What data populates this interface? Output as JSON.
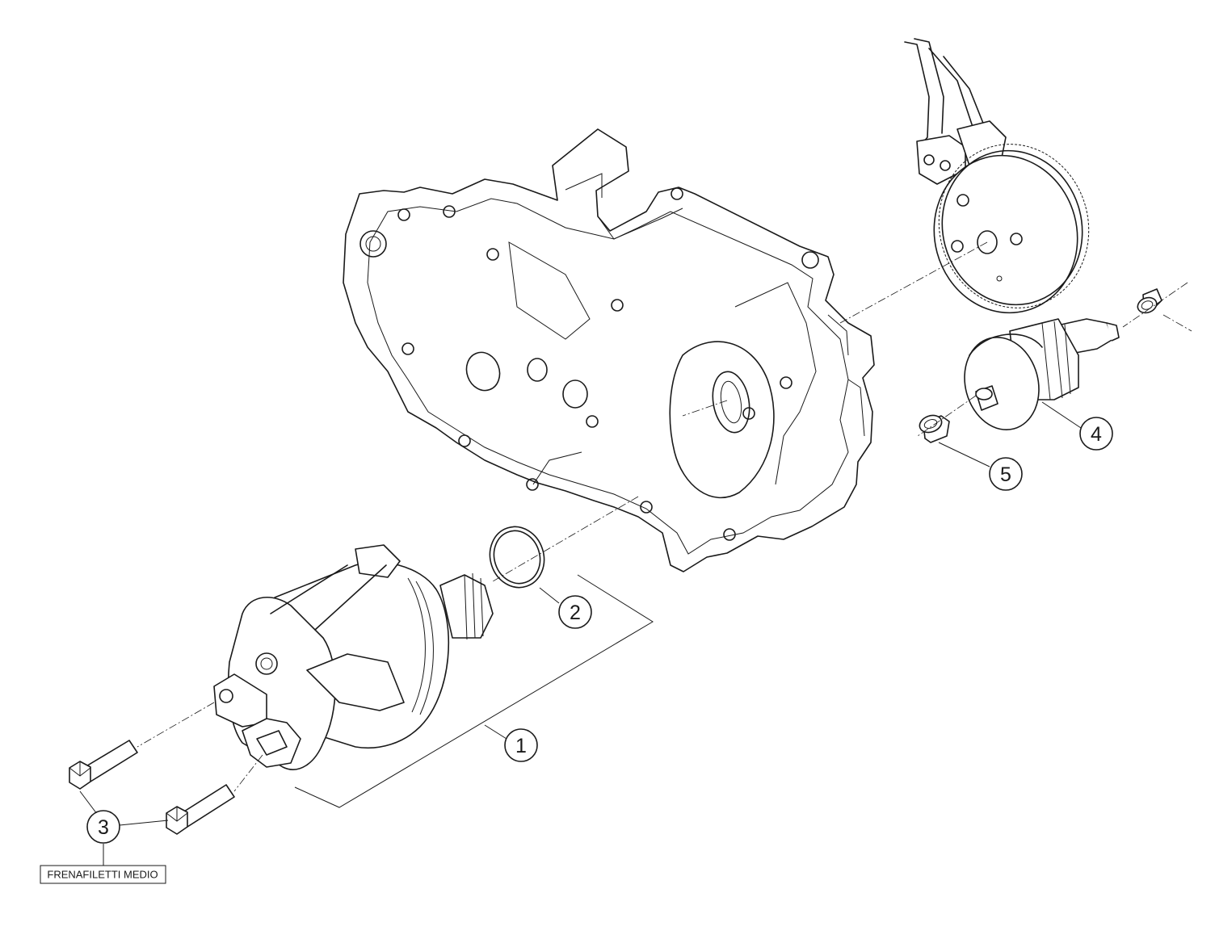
{
  "callouts": [
    {
      "id": "1",
      "label": "1"
    },
    {
      "id": "2",
      "label": "2"
    },
    {
      "id": "3",
      "label": "3"
    },
    {
      "id": "4",
      "label": "4"
    },
    {
      "id": "5",
      "label": "5"
    }
  ],
  "note": {
    "label": "FRENAFILETTI MEDIO"
  },
  "colors": {
    "line": "#1a1a1a",
    "background": "#ffffff"
  }
}
